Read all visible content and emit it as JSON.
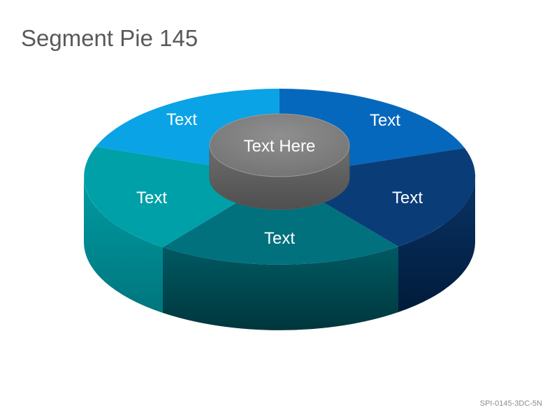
{
  "slide": {
    "title": "Segment Pie 145",
    "code": "SPI-0145-3DC-5N"
  },
  "diagram": {
    "center_label": "Text Here",
    "segments": [
      {
        "label": "Text",
        "color": "#0aa3e6"
      },
      {
        "label": "Text",
        "color": "#0568bd"
      },
      {
        "label": "Text",
        "color": "#0a3d78"
      },
      {
        "label": "Text",
        "color": "#00717d"
      },
      {
        "label": "Text",
        "color": "#00a0a8"
      }
    ],
    "hub_color": "#808080"
  }
}
